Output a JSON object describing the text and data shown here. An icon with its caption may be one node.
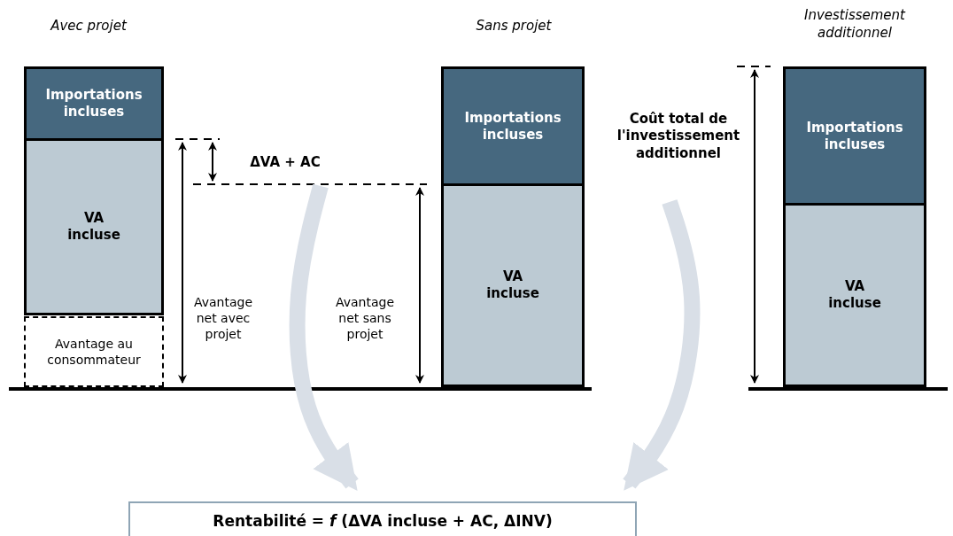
{
  "diagram": {
    "nodes": [
      {
        "text": [
          "Importations incluses"
        ]
      },
      {
        "text": [
          "VA incluse"
        ]
      },
      {
        "text": [
          "Avantage au consommateur"
        ]
      },
      {
        "text": [
          "ΔVA + AC"
        ]
      },
      {
        "text": [
          "Importations incluses"
        ]
      },
      {
        "text": [
          "VA incluse"
        ]
      },
      {
        "text": [
          "Coût total de l'investissement additionnel"
        ]
      },
      {
        "text": [
          "Importations incluses"
        ]
      },
      {
        "text": [
          "VA incluse"
        ]
      },
      {
        "text": [
          "Rentabilité = *f* (ΔVA incluse + AC, ΔINV)"
        ]
      }
    ],
    "edges": [
      {
        "from": 3,
        "to": 9,
        "arrow": "to"
      },
      {
        "from": 6,
        "to": 9,
        "arrow": "to"
      }
    ],
    "labels": [
      "Avec projet",
      "Sans projet",
      "Investissement additionnel",
      "Avantage net avec projet",
      "Avantage net sans projet"
    ]
  }
}
